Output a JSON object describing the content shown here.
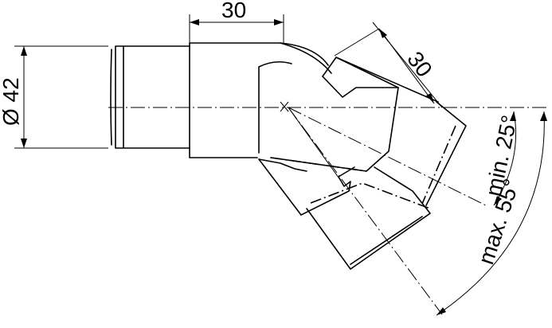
{
  "dimensions": {
    "length_top": "30",
    "length_angled": "30",
    "diameter": "Ø 42",
    "angle_min": "min. 25°",
    "angle_max": "max. 55°"
  }
}
